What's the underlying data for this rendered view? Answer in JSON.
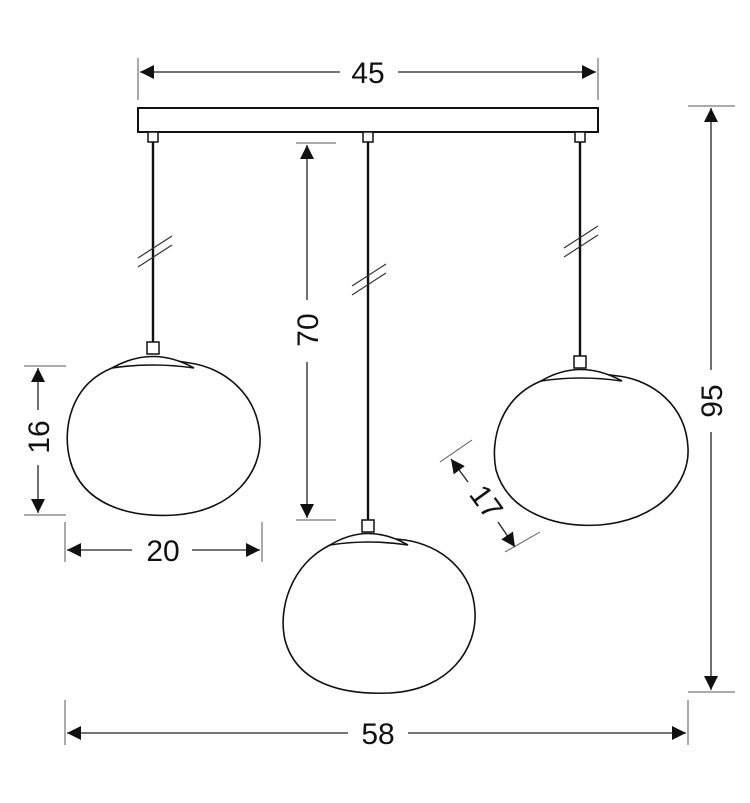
{
  "diagram": {
    "type": "pendant lamp dimension drawing",
    "units": "cm",
    "dimensions": {
      "canopy_width": "45",
      "cord_length": "70",
      "total_height": "95",
      "total_width": "58",
      "shade_height": "16",
      "shade_width": "20",
      "shade_depth": "17"
    },
    "colors": {
      "line": "#111111",
      "background": "#ffffff"
    }
  }
}
